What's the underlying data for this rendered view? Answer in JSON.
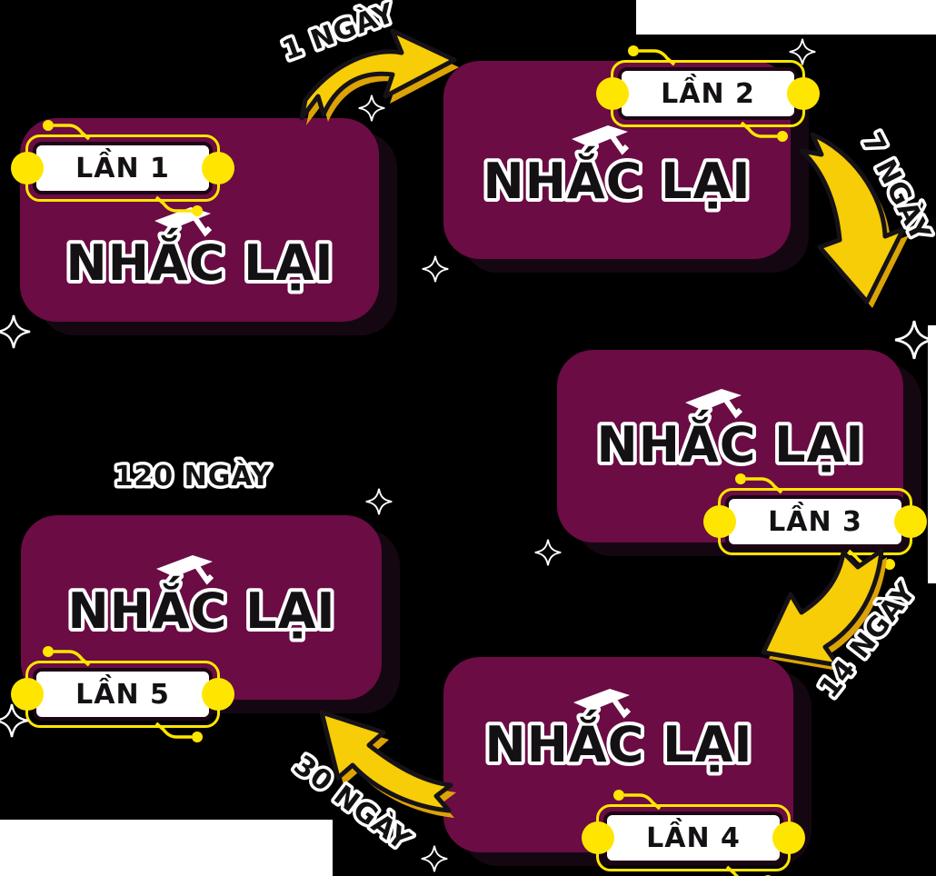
{
  "diagram": {
    "type": "cycle-flow",
    "topic": "spaced repetition review schedule",
    "colors": {
      "background": "#000000",
      "card_fill": "#6B0C45",
      "card_shadow": "#150711",
      "accent_yellow": "#FFE600",
      "arrow_yellow": "#F6CD06",
      "arrow_shade": "#DCA307",
      "text_black": "#141114",
      "outline_white": "#FFFFFF"
    },
    "cards": [
      {
        "badge": "LẦN 1",
        "title": "NHẮC LẠI",
        "badge_position": "top-left"
      },
      {
        "badge": "LẦN 2",
        "title": "NHẮC LẠI",
        "badge_position": "top-right"
      },
      {
        "badge": "LẦN 3",
        "title": "NHẮC LẠI",
        "badge_position": "bottom-right"
      },
      {
        "badge": "LẦN 4",
        "title": "NHẮC LẠI",
        "badge_position": "bottom-center"
      },
      {
        "badge": "LẦN 5",
        "title": "NHẮC LẠI",
        "badge_position": "bottom-left"
      }
    ],
    "intervals": [
      {
        "label": "1 NGÀY",
        "from_card": "LẦN 1",
        "to_card": "LẦN 2"
      },
      {
        "label": "7 NGÀY",
        "from_card": "LẦN 2",
        "to_card": "LẦN 3"
      },
      {
        "label": "14 NGÀY",
        "from_card": "LẦN 3",
        "to_card": "LẦN 4"
      },
      {
        "label": "30 NGÀY",
        "from_card": "LẦN 4",
        "to_card": "LẦN 5"
      },
      {
        "label": "120 NGÀY",
        "from_card": "LẦN 5",
        "to_card": "LẦN 1"
      }
    ],
    "icons": {
      "sparkle": "four-point-sparkle",
      "graduation_cap": "mortarboard-over-letter-A",
      "arrow": "curved-swoosh-arrow"
    }
  }
}
